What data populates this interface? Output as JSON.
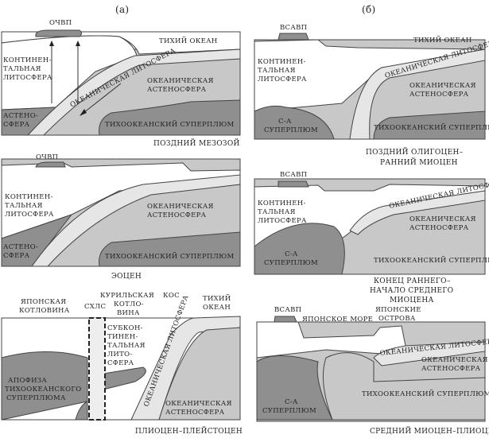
{
  "headers": {
    "a": "(а)",
    "b": "(б)"
  },
  "panel_a1": {
    "volcanic_belt": "ОЧВП",
    "ocean": "ТИХИЙ ОКЕАН",
    "cont_litho": [
      "КОНТИНЕН-",
      "ТАЛЬНАЯ",
      "ЛИТОСФЕРА"
    ],
    "astheno": [
      "АСТЕНО-",
      "СФЕРА"
    ],
    "ocean_litho": "ОКЕАНИЧЕСКАЯ ЛИТОСФЕРА",
    "ocean_astheno": [
      "ОКЕАНИЧЕСКАЯ",
      "АСТЕНОСФЕРА"
    ],
    "superplume": "ТИХООКЕАНСКИЙ СУПЕРПЛЮМ",
    "caption": "ПОЗДНИЙ МЕЗОЗОЙ"
  },
  "panel_a2": {
    "volcanic_belt": "ОЧВП",
    "cont_litho": [
      "КОНТИНЕН-",
      "ТАЛЬНАЯ",
      "ЛИТОСФЕРА"
    ],
    "astheno": [
      "АСТЕНО-",
      "СФЕРА"
    ],
    "ocean_astheno": [
      "ОКЕАНИЧЕСКАЯ",
      "АСТЕНОСФЕРА"
    ],
    "superplume": "ТИХООКЕАНСКИЙ СУПЕРПЛЮМ",
    "caption": "ЭОЦЕН"
  },
  "panel_a3": {
    "japan_basin": [
      "ЯПОНСКАЯ",
      "КОТЛОВИНА"
    ],
    "shear_zone": "СХЛС",
    "kuril_basin": [
      "КУРИЛЬСКАЯ",
      "КОТЛО-",
      "ВИНА"
    ],
    "arc": "КОС",
    "ocean": [
      "ТИХИЙ",
      "ОКЕАН"
    ],
    "subcont_litho": [
      "СУБКОН-",
      "ТИНЕН-",
      "ТАЛЬНАЯ",
      "ЛИТО-",
      "СФЕРА"
    ],
    "apophysis": [
      "АПОФИЗА",
      "ТИХООКЕАНСКОГО",
      "СУПЕРПЛЮМА"
    ],
    "ocean_litho": "ОКЕАНИЧЕСКАЯ ЛИТОСФЕРА",
    "ocean_astheno": [
      "ОКЕАНИЧЕСКАЯ",
      "АСТЕНОСФЕРА"
    ],
    "caption": "ПЛИОЦЕН–ПЛЕЙСТОЦЕН"
  },
  "panel_b1": {
    "volcanic_belt": "ВСАВП",
    "ocean": "ТИХИЙ ОКЕАН",
    "cont_litho": [
      "КОНТИНЕН-",
      "ТАЛЬНАЯ",
      "ЛИТОСФЕРА"
    ],
    "ocean_litho": "ОКЕАНИЧЕСКАЯ ЛИТОСФЕРА",
    "ocean_astheno": [
      "ОКЕАНИЧЕСКАЯ",
      "АСТЕНОСФЕРА"
    ],
    "sa_plume": [
      "С-А",
      "СУПЕРПЛЮМ"
    ],
    "superplume": "ТИХООКЕАНСКИЙ СУПЕРПЛЮМ",
    "caption": [
      "ПОЗДНИЙ ОЛИГОЦЕН–",
      "РАННИЙ МИОЦЕН"
    ]
  },
  "panel_b2": {
    "volcanic_belt": "ВСАВП",
    "cont_litho": [
      "КОНТИНЕН-",
      "ТАЛЬНАЯ",
      "ЛИТОСФЕРА"
    ],
    "ocean_litho": "ОКЕАНИЧЕСКАЯ ЛИТОСФЕРА",
    "ocean_astheno": [
      "ОКЕАНИЧЕСКАЯ",
      "АСТЕНОСФЕРА"
    ],
    "sa_plume": [
      "С-А",
      "СУПЕРПЛЮМ"
    ],
    "superplume": "ТИХООКЕАНСКИЙ СУПЕРПЛЮМ",
    "caption": [
      "КОНЕЦ РАННЕГО–",
      "НАЧАЛО СРЕДНЕГО",
      "МИОЦЕНА"
    ]
  },
  "panel_b3": {
    "volcanic_belt": "ВСАВП",
    "japan_sea": "ЯПОНСКОЕ МОРЕ",
    "japan_islands": [
      "ЯПОНСКИЕ",
      "ОСТРОВА"
    ],
    "ocean_litho": "ОКЕАНИЧЕСКАЯ ЛИТОСФЕРА",
    "ocean_astheno": [
      "ОКЕАНИЧЕСКАЯ",
      "АСТЕНОСФЕРА"
    ],
    "sa_plume": [
      "С-А",
      "СУПЕРПЛЮМ"
    ],
    "superplume": "ТИХООКЕАНСКИЙ СУПЕРПЛЮМ",
    "caption": "СРЕДНИЙ МИОЦЕН–ПЛИОЦЕН"
  }
}
